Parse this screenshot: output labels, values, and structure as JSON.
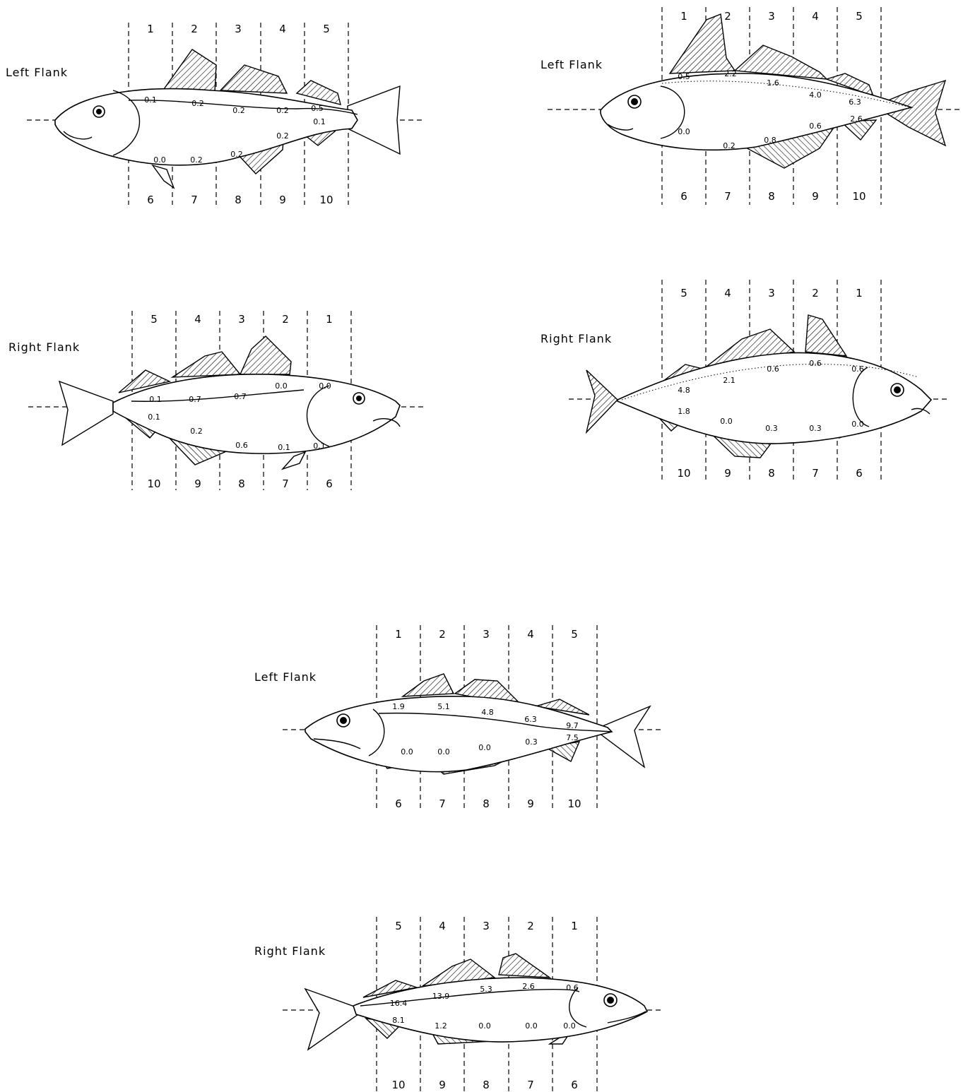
{
  "panels": [
    {
      "id": "cod_left",
      "flank": "Left Flank",
      "upper_zones": [
        "1",
        "2",
        "3",
        "4",
        "5"
      ],
      "lower_zones": [
        "6",
        "7",
        "8",
        "9",
        "10"
      ],
      "upper_values": [
        "0.1",
        "0.2",
        "0.2",
        "0.2",
        "0.5"
      ],
      "lower_values": [
        "0.0",
        "0.2",
        "0.2",
        "0.2",
        "0.1"
      ]
    },
    {
      "id": "haddock_left",
      "flank": "Left Flank",
      "upper_zones": [
        "1",
        "2",
        "3",
        "4",
        "5"
      ],
      "lower_zones": [
        "6",
        "7",
        "8",
        "9",
        "10"
      ],
      "upper_values": [
        "0.5",
        "2.2",
        "1.6",
        "4.0",
        "6.3"
      ],
      "lower_values": [
        "0.0",
        "0.2",
        "0.8",
        "0.6",
        "2.6"
      ]
    },
    {
      "id": "cod_right",
      "flank": "Right Flank",
      "upper_zones": [
        "5",
        "4",
        "3",
        "2",
        "1"
      ],
      "lower_zones": [
        "10",
        "9",
        "8",
        "7",
        "6"
      ],
      "upper_values": [
        "0.1",
        "0.7",
        "0.7",
        "0.0",
        "0.0"
      ],
      "lower_values": [
        "0.1",
        "0.2",
        "0.6",
        "0.1",
        "0.1"
      ]
    },
    {
      "id": "haddock_right",
      "flank": "Right Flank",
      "upper_zones": [
        "5",
        "4",
        "3",
        "2",
        "1"
      ],
      "lower_zones": [
        "10",
        "9",
        "8",
        "7",
        "6"
      ],
      "upper_values": [
        "4.8",
        "2.1",
        "0.6",
        "0.6",
        "0.6"
      ],
      "lower_values": [
        "1.8",
        "0.0",
        "0.3",
        "0.3",
        "0.0"
      ]
    },
    {
      "id": "whiting_left",
      "flank": "Left Flank",
      "upper_zones": [
        "1",
        "2",
        "3",
        "4",
        "5"
      ],
      "lower_zones": [
        "6",
        "7",
        "8",
        "9",
        "10"
      ],
      "upper_values": [
        "1.9",
        "5.1",
        "4.8",
        "6.3",
        "9.7"
      ],
      "lower_values": [
        "0.0",
        "0.0",
        "0.0",
        "0.3",
        "7.5"
      ]
    },
    {
      "id": "whiting_right",
      "flank": "Right Flank",
      "upper_zones": [
        "5",
        "4",
        "3",
        "2",
        "1"
      ],
      "lower_zones": [
        "10",
        "9",
        "8",
        "7",
        "6"
      ],
      "upper_values": [
        "16.4",
        "13.9",
        "5.3",
        "2.6",
        "0.6"
      ],
      "lower_values": [
        "8.1",
        "1.2",
        "0.0",
        "0.0",
        "0.0"
      ]
    }
  ]
}
